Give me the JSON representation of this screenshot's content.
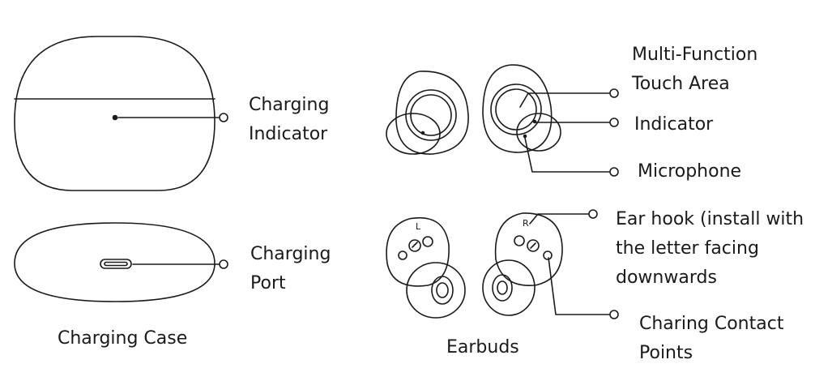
{
  "charging_case": {
    "caption": "Charging Case",
    "callouts": {
      "charging_indicator": [
        "Charging",
        "Indicator"
      ],
      "charging_port": [
        "Charging",
        "Port"
      ]
    }
  },
  "earbuds": {
    "caption": "Earbuds",
    "side_marks": {
      "left": "L",
      "right": "R"
    },
    "callouts": {
      "touch_area": [
        "Multi-Function",
        "Touch Area"
      ],
      "indicator": [
        "Indicator"
      ],
      "microphone": [
        "Microphone"
      ],
      "ear_hook": [
        "Ear hook (install with",
        "the letter facing",
        "downwards"
      ],
      "contact_points": [
        "Charing Contact",
        "Points"
      ]
    }
  },
  "colors": {
    "line": "#1a1a1a",
    "background": "#ffffff"
  }
}
